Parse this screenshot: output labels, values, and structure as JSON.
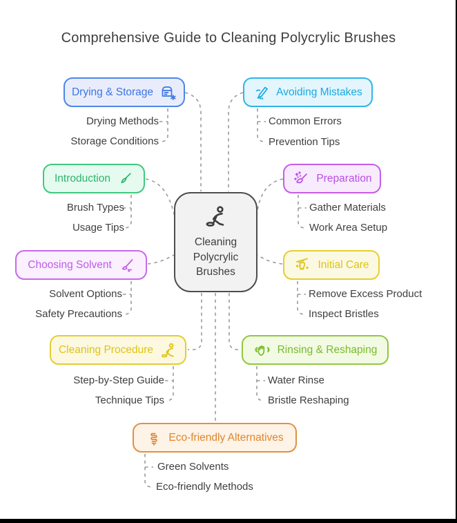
{
  "title": "Comprehensive Guide to Cleaning Polycrylic Brushes",
  "title_color": "#3d3d3d",
  "connector_color": "#9a9a9a",
  "sub_label_color": "#3e3e3e",
  "frame_color": "#000000",
  "center_node": {
    "label": "Cleaning\nPolycrylic\nBrushes",
    "icon": "person-scrubbing-icon",
    "border": "#4d4d4d",
    "bg": "#f2f2f2",
    "text": "#3d3d3d"
  },
  "branches": [
    {
      "label": "Drying & Storage",
      "icon": "fridge-snowflake-icon",
      "icon_side": "right",
      "border": "#4d86e8",
      "bg": "#e9edfb",
      "text": "#3b76e4",
      "children": [
        "Drying Methods",
        "Storage Conditions"
      ]
    },
    {
      "label": "Avoiding Mistakes",
      "icon": "pencil-error-icon",
      "icon_side": "left",
      "border": "#2eb4e8",
      "bg": "#e4f6fd",
      "text": "#19a9e0",
      "children": [
        "Common Errors",
        "Prevention Tips"
      ]
    },
    {
      "label": "Introduction",
      "icon": "paintbrush-icon",
      "icon_side": "right",
      "border": "#3ec97e",
      "bg": "#e5fbef",
      "text": "#2db56d",
      "children": [
        "Brush Types",
        "Usage Tips"
      ]
    },
    {
      "label": "Preparation",
      "icon": "broom-sparkles-icon",
      "icon_side": "left",
      "border": "#c55ce8",
      "bg": "#f8ebfd",
      "text": "#b94fe3",
      "children": [
        "Gather Materials",
        "Work Area Setup"
      ]
    },
    {
      "label": "Choosing Solvent",
      "icon": "mop-icon",
      "icon_side": "right",
      "border": "#c968ea",
      "bg": "#faf0fe",
      "text": "#bd5ce6",
      "children": [
        "Solvent Options",
        "Safety Precautions"
      ]
    },
    {
      "label": "Initial Care",
      "icon": "tooth-care-icon",
      "icon_side": "left",
      "border": "#e2d02f",
      "bg": "#fcf9e2",
      "text": "#ddc414",
      "children": [
        "Remove Excess Product",
        "Inspect Bristles"
      ]
    },
    {
      "label": "Cleaning Procedure",
      "icon": "person-scrubbing-icon",
      "icon_side": "right",
      "border": "#e3cd33",
      "bg": "#fdf9e0",
      "text": "#ddc414",
      "children": [
        "Step-by-Step Guide",
        "Technique Tips"
      ]
    },
    {
      "label": "Rinsing & Reshaping",
      "icon": "hand-wash-icon",
      "icon_side": "left",
      "border": "#90c73f",
      "bg": "#f2fae4",
      "text": "#79ba2c",
      "children": [
        "Water Rinse",
        "Bristle Reshaping"
      ]
    },
    {
      "label": "Eco-friendly Alternatives",
      "icon": "cfl-bulb-icon",
      "icon_side": "left",
      "border": "#e09140",
      "bg": "#fdf3e7",
      "text": "#e0862e",
      "children": [
        "Green Solvents",
        "Eco-friendly Methods"
      ]
    }
  ]
}
